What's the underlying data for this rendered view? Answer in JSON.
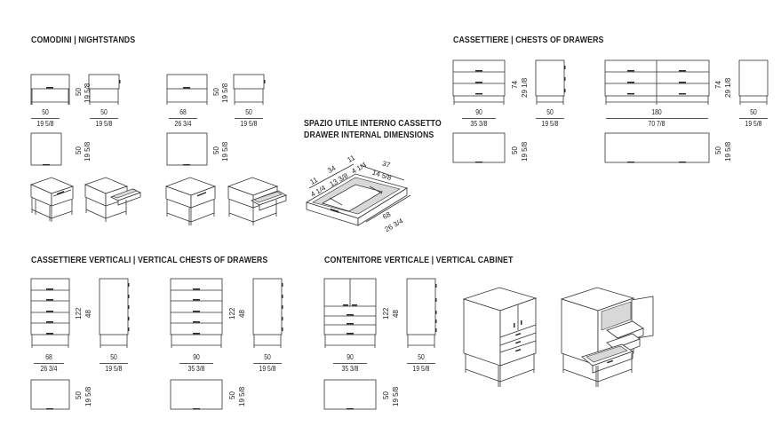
{
  "headings": {
    "nightstands": "COMODINI  |  NIGHTSTANDS",
    "chests": "CASSETTIERE  |  CHESTS OF DRAWERS",
    "drawer_title_it": "SPAZIO UTILE INTERNO CASSETTO",
    "drawer_title_en": "DRAWER INTERNAL DIMENSIONS",
    "vertical_chests": "CASSETTIERE VERTICALI  |  VERTICAL CHESTS OF DRAWERS",
    "vertical_cabinet": "CONTENITORE VERTICALE  |  VERTICAL CABINET"
  },
  "dims": {
    "n1_w_cm": "50",
    "n1_w_in": "19 5/8",
    "n1_d_cm": "50",
    "n1_d_in": "19 5/8",
    "n1_h_cm": "50",
    "n1_h_in": "19 5/8",
    "n1_top_cm": "50",
    "n1_top_in": "19 5/8",
    "n2_w_cm": "68",
    "n2_w_in": "26 3/4",
    "n2_d_cm": "50",
    "n2_d_in": "19 5/8",
    "n2_h_cm": "50",
    "n2_h_in": "19 5/8",
    "n2_top_cm": "50",
    "n2_top_in": "19 5/8",
    "c1_w_cm": "90",
    "c1_w_in": "35 3/8",
    "c1_d_cm": "50",
    "c1_d_in": "19 5/8",
    "c1_h_cm": "74",
    "c1_h_in": "29 1/8",
    "c1_top_cm": "50",
    "c1_top_in": "19 5/8",
    "c2_w_cm": "180",
    "c2_w_in": "70 7/8",
    "c2_d_cm": "50",
    "c2_d_in": "19 5/8",
    "c2_h_cm": "74",
    "c2_h_in": "29 1/8",
    "c2_top_cm": "50",
    "c2_top_in": "19 5/8",
    "drw_a": "11",
    "drw_b": "34",
    "drw_c": "11",
    "drw_d": "37",
    "drw_a_in": "4 1/4",
    "drw_b_in": "13 3/8",
    "drw_c_in": "4 1/4",
    "drw_d_in": "14 5/8",
    "drw_e": "68",
    "drw_e_in": "26 3/4",
    "v1_w_cm": "68",
    "v1_w_in": "26 3/4",
    "v1_d_cm": "50",
    "v1_d_in": "19 5/8",
    "v1_h_cm": "122",
    "v1_h_in": "48",
    "v1_top_cm": "50",
    "v1_top_in": "19 5/8",
    "v2_w_cm": "90",
    "v2_w_in": "35 3/8",
    "v2_d_cm": "50",
    "v2_d_in": "19 5/8",
    "v2_h_cm": "122",
    "v2_h_in": "48",
    "v2_top_cm": "50",
    "v2_top_in": "19 5/8",
    "vc_w_cm": "90",
    "vc_w_in": "35 3/8",
    "vc_d_cm": "50",
    "vc_d_in": "19 5/8",
    "vc_h_cm": "122",
    "vc_h_in": "48",
    "vc_top_cm": "50",
    "vc_top_in": "19 5/8"
  }
}
